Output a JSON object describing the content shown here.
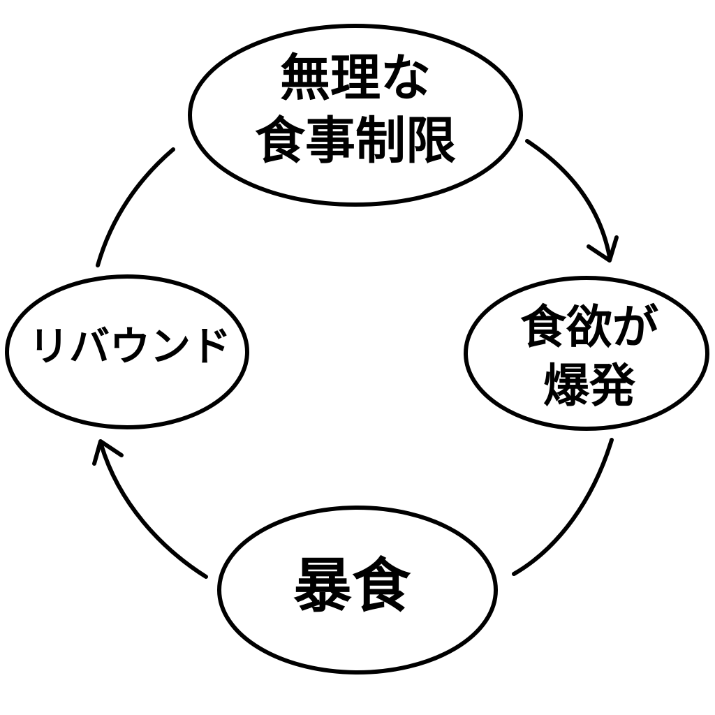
{
  "diagram": {
    "type": "cycle",
    "colors": {
      "stroke": "#000000",
      "background": "#ffffff"
    },
    "nodes": [
      {
        "id": "restriction",
        "line1": "無理な",
        "line2": "食事制限"
      },
      {
        "id": "appetite",
        "line1": "食欲が",
        "line2": "爆発"
      },
      {
        "id": "binge",
        "line1": "暴食"
      },
      {
        "id": "rebound",
        "line1": "リバウンド"
      }
    ],
    "edges": [
      {
        "from": "restriction",
        "to": "appetite",
        "arrow": true
      },
      {
        "from": "appetite",
        "to": "binge",
        "arrow": false
      },
      {
        "from": "binge",
        "to": "rebound",
        "arrow": true
      },
      {
        "from": "rebound",
        "to": "restriction",
        "arrow": false
      }
    ]
  }
}
